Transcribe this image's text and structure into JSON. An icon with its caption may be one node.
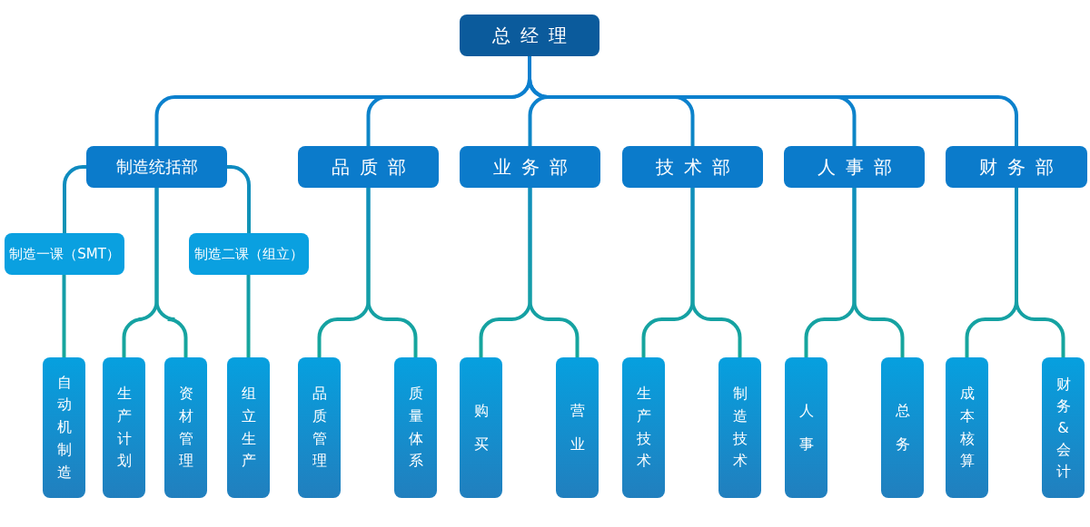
{
  "diagram": {
    "nodes": [
      {
        "text": [
          "总经理"
        ]
      },
      {
        "text": [
          "制造统括部"
        ]
      },
      {
        "text": [
          "制造一课（SMT）"
        ]
      },
      {
        "text": [
          "制造二课（组立）"
        ]
      },
      {
        "text": [
          "自动机制造"
        ]
      },
      {
        "text": [
          "生产计划"
        ]
      },
      {
        "text": [
          "资材管理"
        ]
      },
      {
        "text": [
          "组立生产"
        ]
      },
      {
        "text": [
          "品质部"
        ]
      },
      {
        "text": [
          "业务部"
        ]
      },
      {
        "text": [
          "技术部"
        ]
      },
      {
        "text": [
          "人事部"
        ]
      },
      {
        "text": [
          "财务部"
        ]
      },
      {
        "text": [
          "品质管理"
        ]
      },
      {
        "text": [
          "质量体系"
        ]
      },
      {
        "text": [
          "购买"
        ]
      },
      {
        "text": [
          "营业"
        ]
      },
      {
        "text": [
          "生产技术"
        ]
      },
      {
        "text": [
          "制造技术"
        ]
      },
      {
        "text": [
          "人事"
        ]
      },
      {
        "text": [
          "总务"
        ]
      },
      {
        "text": [
          "成本核算"
        ]
      },
      {
        "text": [
          "财务&会计"
        ]
      }
    ],
    "edges": [
      {
        "from": 0,
        "to": 1,
        "arrow": "none"
      },
      {
        "from": 0,
        "to": 8,
        "arrow": "none"
      },
      {
        "from": 0,
        "to": 9,
        "arrow": "none"
      },
      {
        "from": 0,
        "to": 10,
        "arrow": "none"
      },
      {
        "from": 0,
        "to": 11,
        "arrow": "none"
      },
      {
        "from": 0,
        "to": 12,
        "arrow": "none"
      },
      {
        "from": 1,
        "to": 2,
        "arrow": "none"
      },
      {
        "from": 1,
        "to": 3,
        "arrow": "none"
      },
      {
        "from": 1,
        "to": 5,
        "arrow": "none"
      },
      {
        "from": 1,
        "to": 6,
        "arrow": "none"
      },
      {
        "from": 2,
        "to": 4,
        "arrow": "none"
      },
      {
        "from": 3,
        "to": 7,
        "arrow": "none"
      },
      {
        "from": 8,
        "to": 13,
        "arrow": "none"
      },
      {
        "from": 8,
        "to": 14,
        "arrow": "none"
      },
      {
        "from": 9,
        "to": 15,
        "arrow": "none"
      },
      {
        "from": 9,
        "to": 16,
        "arrow": "none"
      },
      {
        "from": 10,
        "to": 17,
        "arrow": "none"
      },
      {
        "from": 10,
        "to": 18,
        "arrow": "none"
      },
      {
        "from": 11,
        "to": 19,
        "arrow": "none"
      },
      {
        "from": 11,
        "to": 20,
        "arrow": "none"
      },
      {
        "from": 12,
        "to": 21,
        "arrow": "none"
      },
      {
        "from": 12,
        "to": 22,
        "arrow": "none"
      }
    ]
  }
}
